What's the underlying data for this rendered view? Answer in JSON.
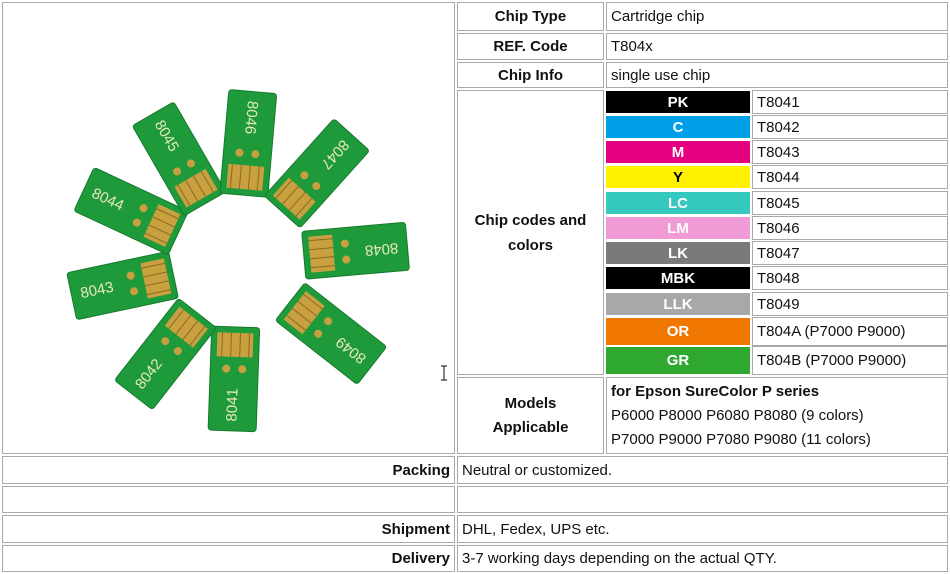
{
  "rows": {
    "chip_type": {
      "label": "Chip Type",
      "value": "Cartridge chip"
    },
    "ref_code": {
      "label": "REF. Code",
      "value": "T804x"
    },
    "chip_info": {
      "label": "Chip Info",
      "value": "single use chip"
    },
    "codes_label": "Chip codes and colors",
    "colors": [
      {
        "name": "PK",
        "code": "T8041",
        "bg": "#000000",
        "fg": "#ffffff"
      },
      {
        "name": "C",
        "code": "T8042",
        "bg": "#00a0e9",
        "fg": "#ffffff"
      },
      {
        "name": "M",
        "code": "T8043",
        "bg": "#e4007f",
        "fg": "#ffffff"
      },
      {
        "name": "Y",
        "code": "T8044",
        "bg": "#fff100",
        "fg": "#000000"
      },
      {
        "name": "LC",
        "code": "T8045",
        "bg": "#35c9bf",
        "fg": "#ffffff"
      },
      {
        "name": "LM",
        "code": "T8046",
        "bg": "#f09ad6",
        "fg": "#ffffff"
      },
      {
        "name": "LK",
        "code": "T8047",
        "bg": "#7a7a7a",
        "fg": "#ffffff"
      },
      {
        "name": "MBK",
        "code": "T8048",
        "bg": "#000000",
        "fg": "#ffffff"
      },
      {
        "name": "LLK",
        "code": "T8049",
        "bg": "#a8a8a8",
        "fg": "#ffffff"
      },
      {
        "name": "OR",
        "code": "T804A (P7000 P9000)",
        "bg": "#f07800",
        "fg": "#ffffff"
      },
      {
        "name": "GR",
        "code": "T804B (P7000 P9000)",
        "bg": "#2ea82e",
        "fg": "#ffffff"
      }
    ],
    "models": {
      "label_1": "Models",
      "label_2": "Applicable",
      "heading": "for Epson SureColor P series",
      "line_1": "P6000 P8000 P6080 P8080 (9 colors)",
      "line_2": "P7000 P9000 P7080 P9080 (11 colors)"
    },
    "packing": {
      "label": "Packing",
      "value": "Neutral or customized."
    },
    "shipment": {
      "label": "Shipment",
      "value": "DHL, Fedex, UPS etc."
    },
    "delivery": {
      "label": "Delivery",
      "value": "3-7 working days depending on the actual QTY."
    }
  },
  "photo": {
    "chip_labels": [
      "8041",
      "8042",
      "8043",
      "8044",
      "8045",
      "8046",
      "8047",
      "8048",
      "8049"
    ],
    "board_color": "#1e9a3a",
    "contact_color": "#c8a040"
  }
}
